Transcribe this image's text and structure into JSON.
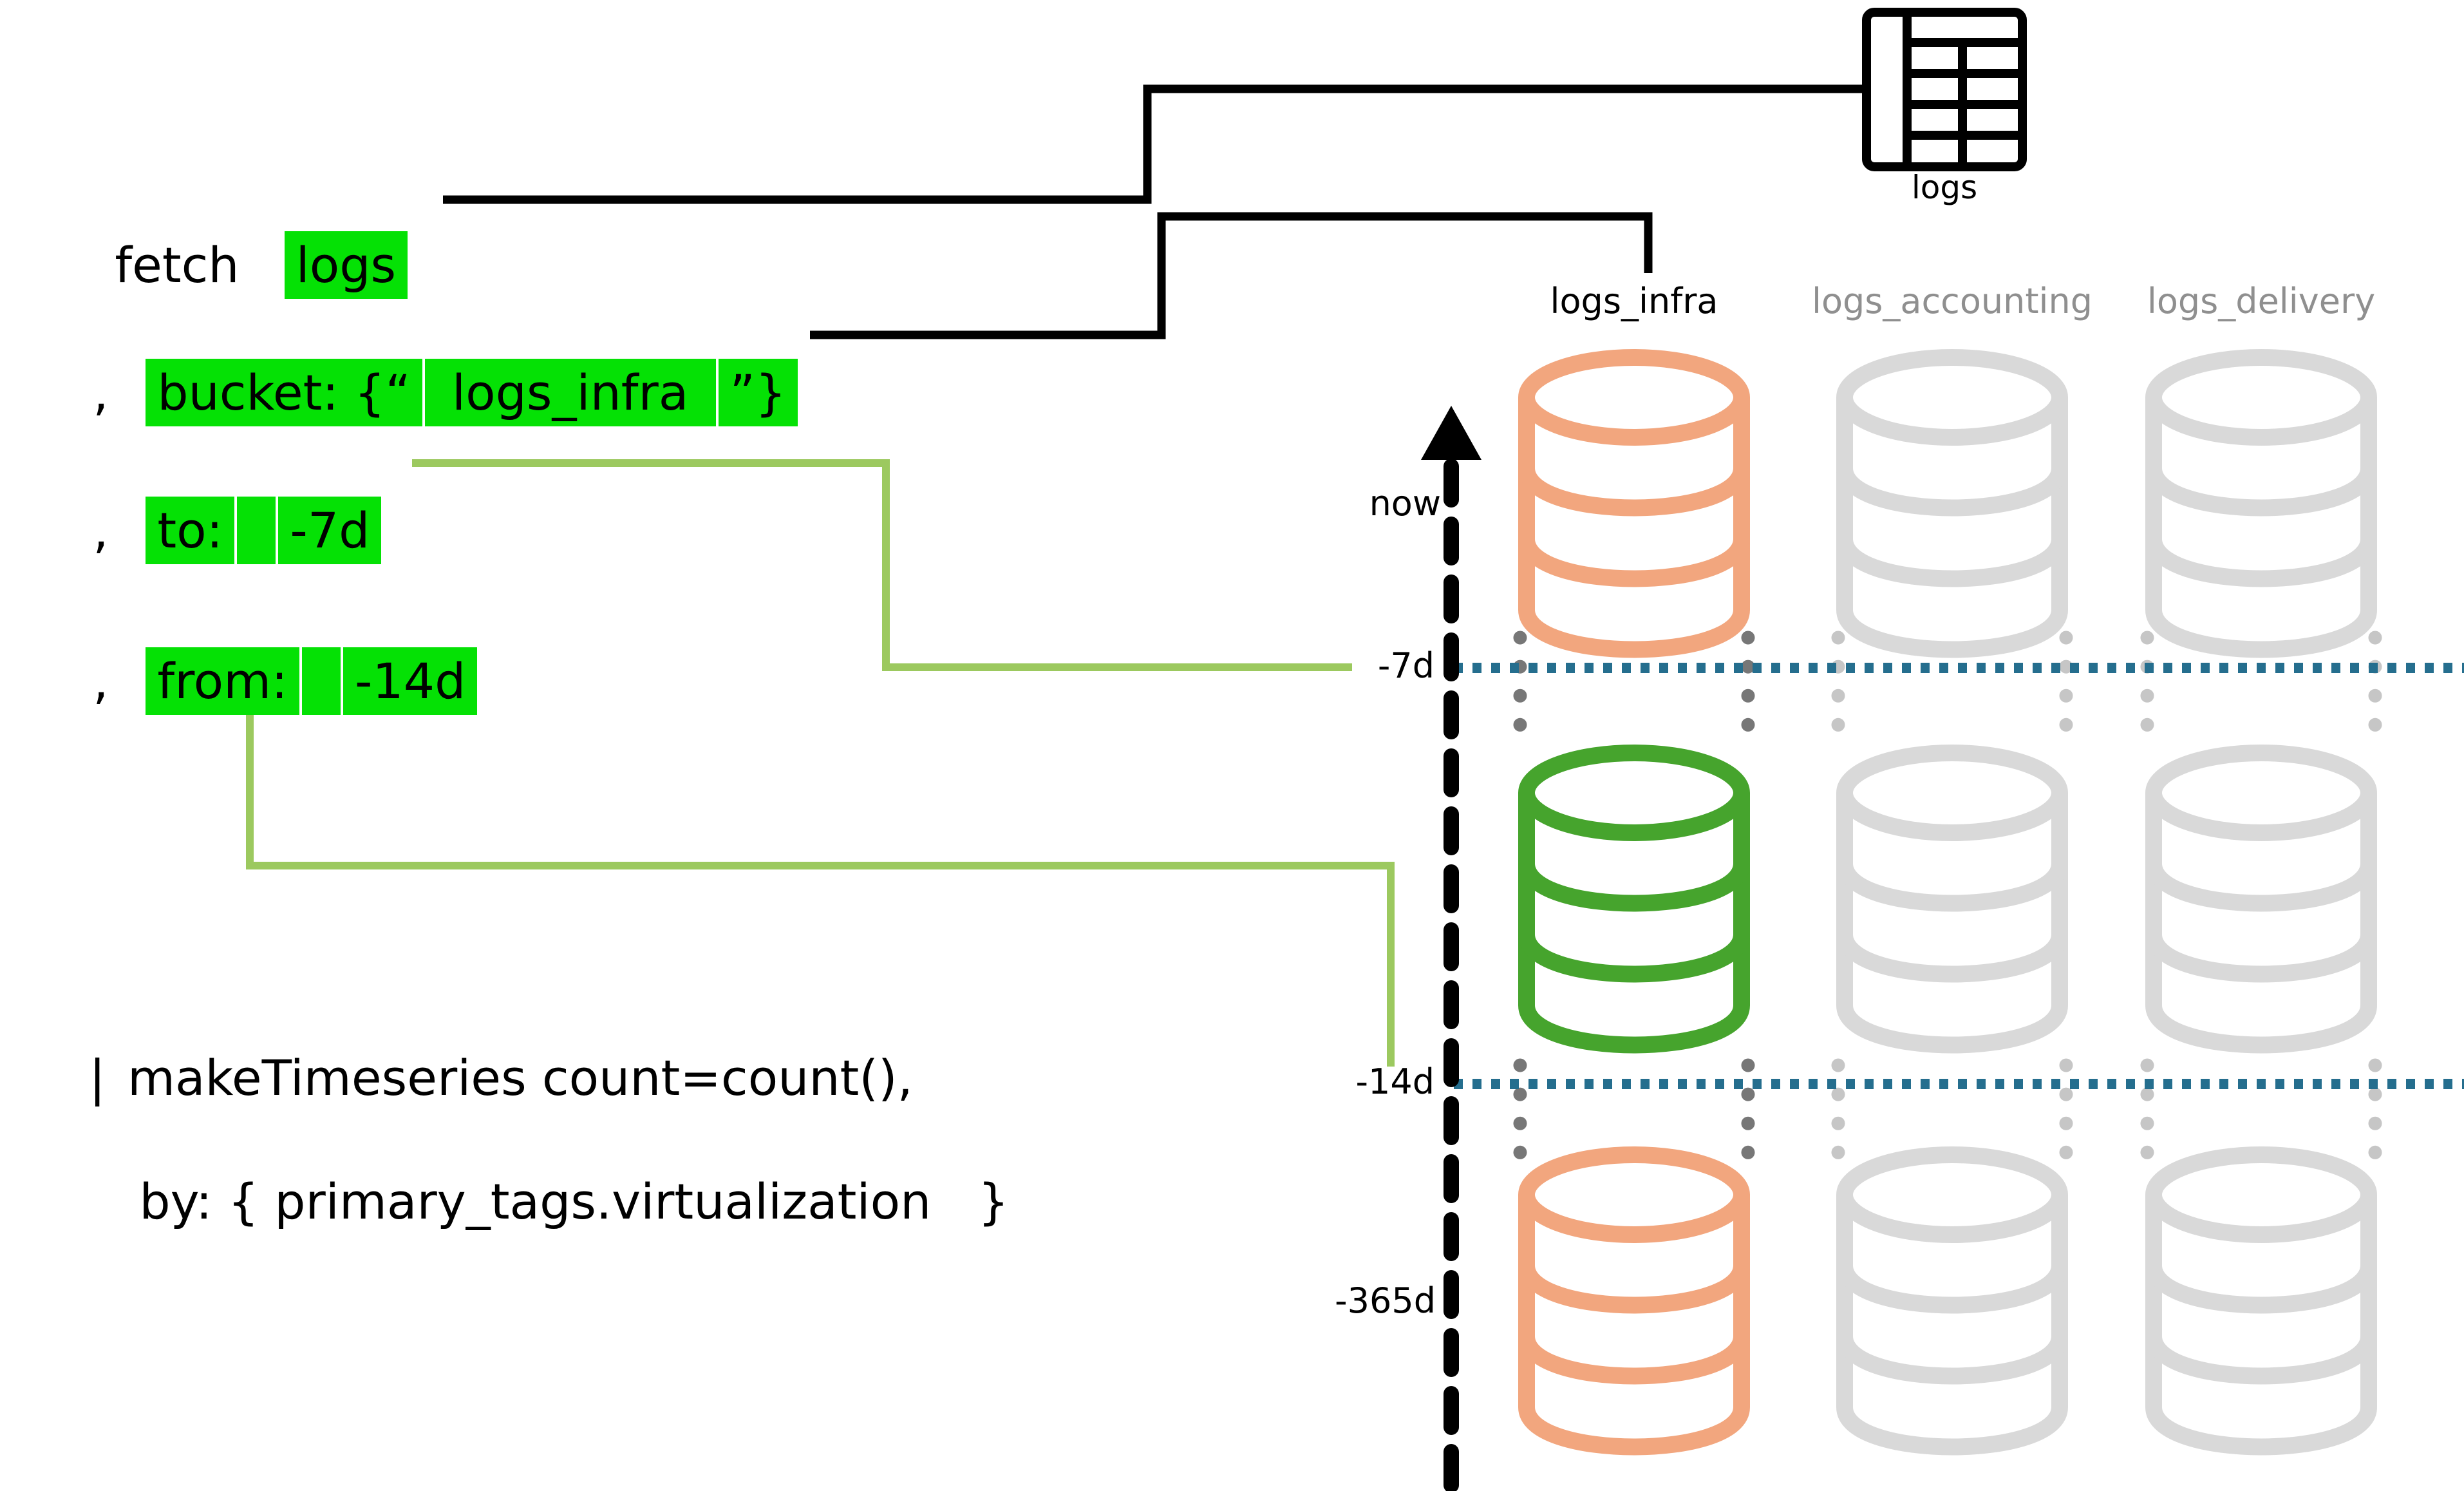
{
  "colors": {
    "highlight": "#05e105",
    "connector": "#9cc95f",
    "cyl_green": "#46a42d",
    "cyl_salmon": "#f2a67e",
    "cyl_gray": "#d9d9d9",
    "teal": "#256e8e",
    "label_gray": "#8f8f8f",
    "dots_dark": "#777777",
    "dots_light": "#c6c6c6"
  },
  "query": {
    "line1": {
      "keyword": "fetch",
      "value": "logs"
    },
    "line2": {
      "comma": ",",
      "part1": "bucket: {“",
      "part2": " logs_infra ",
      "part3": "”}"
    },
    "line3": {
      "comma": ",",
      "part1": "to:",
      "part2": " ",
      "part3": "-7d"
    },
    "line4": {
      "comma": ",",
      "part1": "from:",
      "part2": " ",
      "part3": "-14d"
    },
    "line5": {
      "pipe": "|",
      "text": "makeTimeseries count=count(),"
    },
    "line6": {
      "text": "by: { primary_tags.virtualization   }"
    }
  },
  "result_table": {
    "label": "logs"
  },
  "buckets": {
    "infra": "logs_infra",
    "accounting": "logs_accounting",
    "delivery": "logs_delivery"
  },
  "timeline": {
    "now": "now",
    "d7": "-7d",
    "d14": "-14d",
    "d365": "-365d"
  }
}
